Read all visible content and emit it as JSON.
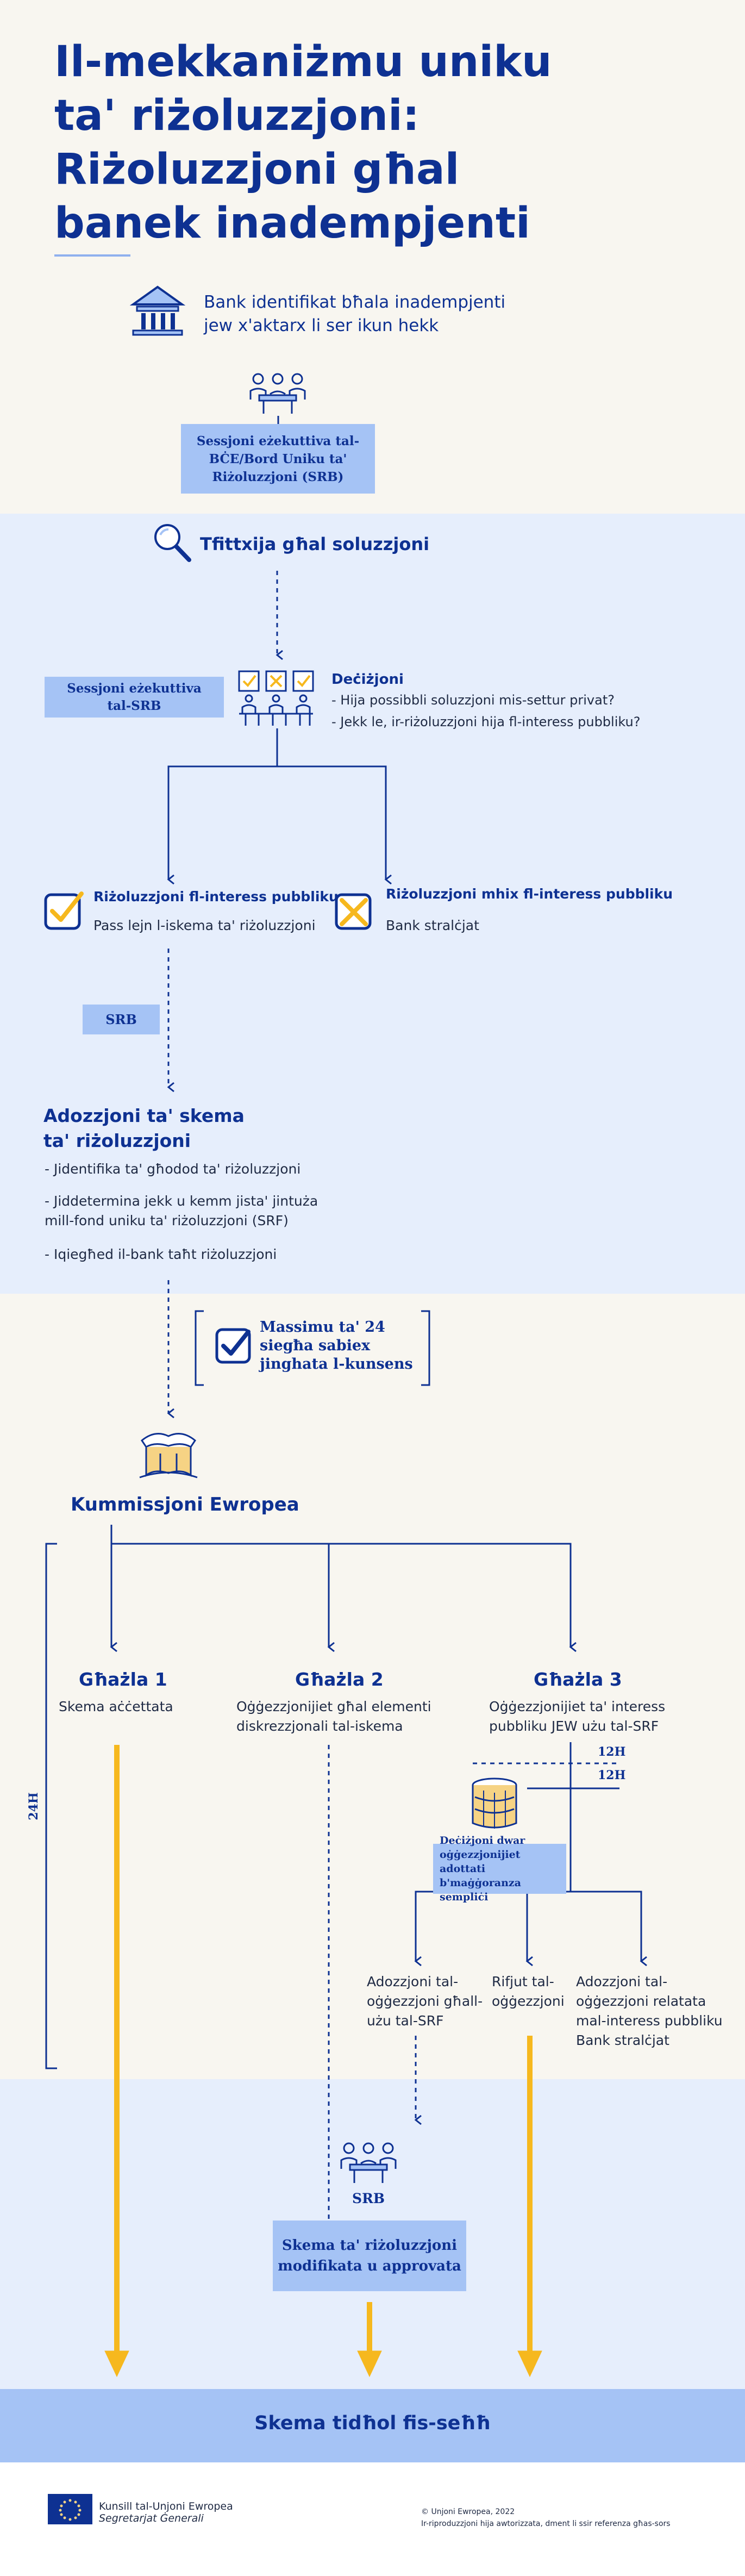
{
  "header": {
    "title_line1": "Il-mekkaniżmu uniku",
    "title_line2": "ta' riżoluzzjoni:",
    "title_line3": "Riżoluzzjoni għal",
    "title_line4": "banek inadempjenti"
  },
  "step1": {
    "line1": "Bank identifikat bħala inadempjenti",
    "line2": "jew x'aktarx li ser ikun hekk"
  },
  "session_box": {
    "line1": "Sessjoni eżekuttiva tal-",
    "line2": "BĊE/Bord Uniku ta'",
    "line3": "Riżoluzzjoni (SRB)"
  },
  "search": {
    "label": "Tfittxija għal soluzzjoni"
  },
  "srb_session": {
    "line1": "Sessjoni eżekuttiva",
    "line2": "tal-SRB"
  },
  "decision": {
    "title": "Deċiżjoni",
    "q1": "- Hija possibbli soluzzjoni mis-settur privat?",
    "q2": "- Jekk le, ir-riżoluzzjoni hija fl-interess pubbliku?"
  },
  "public_interest": {
    "title": "Riżoluzzjoni fl-interess pubbliku",
    "text": "Pass lejn l-iskema ta' riżoluzzjoni"
  },
  "no_public_interest": {
    "title": "Riżoluzzjoni mhix fl-interess pubbliku",
    "text": "Bank stralċjat"
  },
  "srb_tag": "SRB",
  "adoption": {
    "title_line1": "Adozzjoni ta' skema",
    "title_line2": "ta' riżoluzzjoni",
    "item1": "- Jidentifika ta' għodod ta' riżoluzzjoni",
    "item2_line1": "- Jiddetermina jekk u kemm jista' jintuża",
    "item2_line2": "mill-fond uniku ta' riżoluzzjoni (SRF)",
    "item3": "- Iqiegħed il-bank taħt riżoluzzjoni"
  },
  "max24": {
    "line1": "Massimu ta' 24",
    "line2": "siegħa sabiex",
    "line3": "jinghata l-kunsens"
  },
  "commission": {
    "label": "Kummissjoni Ewropea"
  },
  "side_label": "24H",
  "option1": {
    "title": "Għażla 1",
    "text": "Skema aċċettata"
  },
  "option2": {
    "title": "Għażla 2",
    "text_line1": "Oġġezzjonijiet għal elementi",
    "text_line2": "diskrezzjonali tal-iskema"
  },
  "option3": {
    "title": "Għażla 3",
    "text_line1": "Oġġezzjonijiet ta' interess",
    "text_line2": "pubbliku JEW użu tal-SRF"
  },
  "hours_a": "12H",
  "hours_b": "12H",
  "council_decision": {
    "line1": "Deċiżjoni dwar",
    "line2": "oġġezzjonijiet adottati",
    "line3": "b'maġġoranza sempliċi"
  },
  "branch_a": {
    "line1": "Adozzjoni tal-",
    "line2": "oġġezzjoni għall-",
    "line3": "użu tal-SRF"
  },
  "branch_b": {
    "line1": "Rifjut tal-",
    "line2": "oġġezzjoni"
  },
  "branch_c": {
    "line1": "Adozzjoni tal-",
    "line2": "oġġezzjoni relatata",
    "line3": "mal-interess pubbliku",
    "line4": "Bank stralċjat"
  },
  "srb_bottom": "SRB",
  "modified_box": {
    "line1": "Skema ta' riżoluzzjoni",
    "line2": "modifikata u approvata"
  },
  "final": {
    "label": "Skema tidħol fis-seħħ"
  },
  "footer": {
    "org_line1": "Kunsill tal-Unjoni Ewropea",
    "org_line2": "Segretarjat Ġenerali",
    "copyright": "© Unjoni Ewropea, 2022",
    "reproduction": "Ir-riproduzzjoni hija awtorizzata, dment li ssir referenza għas-sors"
  },
  "colors": {
    "navy": "#0e3192",
    "light_band": "#e6eefc",
    "cream": "#f8f6f0",
    "box_blue": "#a5c3f5",
    "final_bar": "#a5c3f5",
    "arrow_yellow": "#f6b81e",
    "check_yellow": "#f6b81e"
  },
  "icons": [
    "bank-icon",
    "meeting-icon",
    "magnifier-icon",
    "voting-icon",
    "check-icon",
    "cross-icon",
    "commission-building-icon",
    "council-building-icon",
    "eu-flag-icon"
  ]
}
